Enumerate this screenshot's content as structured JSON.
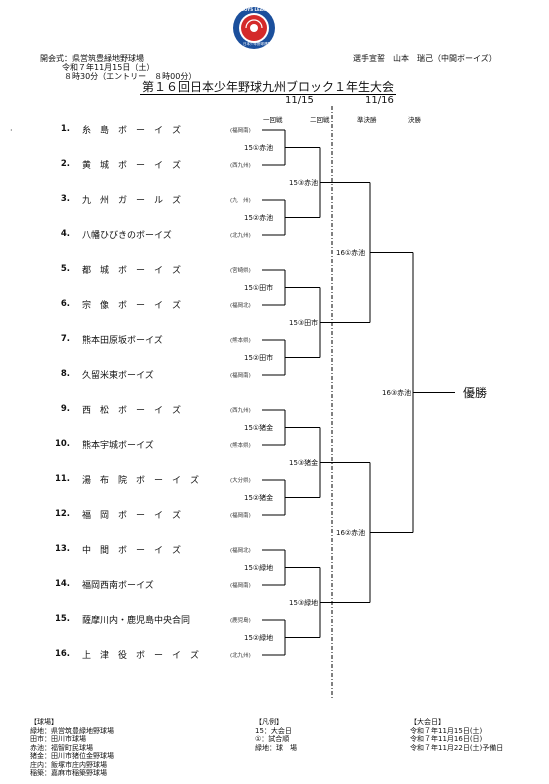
{
  "logo": {
    "top_text": "BOYS LEAGUE",
    "bottom_text": "日本少年野球連盟",
    "colors": {
      "ring": "#1b4f9c",
      "fill": "#d42a2a"
    }
  },
  "opening": {
    "line1": "開会式：県営筑豊緑地野球場",
    "line2": "令和７年11月15日（土）",
    "line3": "８時30分（エントリー　８時00分）"
  },
  "oath": "選手宣誓　山本　瑞己（中間ボーイズ）",
  "title": "第１６回日本少年野球九州ブロック１年生大会",
  "dates": {
    "d1": "11/15",
    "d2": "11/16"
  },
  "rounds": [
    "一回戦",
    "二回戦",
    "準決勝",
    "決勝"
  ],
  "teams": [
    {
      "no": "1.",
      "name": "糸　島　ボ　ー　イ　ズ",
      "pref": "(福岡南)"
    },
    {
      "no": "2.",
      "name": "黄　城　ボ　ー　イ　ズ",
      "pref": "(西九州)"
    },
    {
      "no": "3.",
      "name": "九　州　ガ　ー　ル　ズ",
      "pref": "(九　州)"
    },
    {
      "no": "4.",
      "name": "八幡ひびきのボーイズ",
      "pref": "(北九州)"
    },
    {
      "no": "5.",
      "name": "都　城　ボ　ー　イ　ズ",
      "pref": "(宮崎県)"
    },
    {
      "no": "6.",
      "name": "宗　像　ボ　ー　イ　ズ",
      "pref": "(福岡北)"
    },
    {
      "no": "7.",
      "name": "熊本田原坂ボーイズ",
      "pref": "(熊本県)"
    },
    {
      "no": "8.",
      "name": "久留米東ボーイズ",
      "pref": "(福岡南)"
    },
    {
      "no": "9.",
      "name": "西　松　ボ　ー　イ　ズ",
      "pref": "(西九州)"
    },
    {
      "no": "10.",
      "name": "熊本宇城ボーイズ",
      "pref": "(熊本県)"
    },
    {
      "no": "11.",
      "name": "湯　布　院　ボ　ー　イ　ズ",
      "pref": "(大分県)"
    },
    {
      "no": "12.",
      "name": "福　岡　ボ　ー　イ　ズ",
      "pref": "(福岡南)"
    },
    {
      "no": "13.",
      "name": "中　間　ボ　ー　イ　ズ",
      "pref": "(福岡北)"
    },
    {
      "no": "14.",
      "name": "福岡西南ボーイズ",
      "pref": "(福岡南)"
    },
    {
      "no": "15.",
      "name": "薩摩川内・鹿児島中央合同",
      "pref": "(鹿児島)"
    },
    {
      "no": "16.",
      "name": "上　津　役　ボ　ー　イ　ズ",
      "pref": "(北九州)"
    }
  ],
  "r1_labels": [
    "15①赤池",
    "15②赤池",
    "15①田市",
    "15②田市",
    "15①猪金",
    "15②猪金",
    "15①緑地",
    "15②緑地"
  ],
  "r2_labels": [
    "15③赤池",
    "15③田市",
    "15③猪金",
    "15③緑地"
  ],
  "sf_labels": [
    "16①赤池",
    "16②赤池"
  ],
  "final_label": "16③赤池",
  "champion": "優勝",
  "venues": {
    "header": "【球場】",
    "items": [
      "緑地：県営筑豊緑地野球場",
      "田市：田川市球場",
      "赤池：福智町民球場",
      "猪金：田川市猪位金野球場",
      "庄内：飯塚市庄内野球場",
      "稲築：嘉麻市稲築野球場"
    ]
  },
  "legend": {
    "header": "【凡例】",
    "items": [
      "15：大会日",
      "①：試合順",
      "緑地：球　場"
    ]
  },
  "days": {
    "header": "【大会日】",
    "items": [
      "令和７年11月15日(土)",
      "令和７年11月16日(日)",
      "令和７年11月22日(土)予備日"
    ]
  }
}
